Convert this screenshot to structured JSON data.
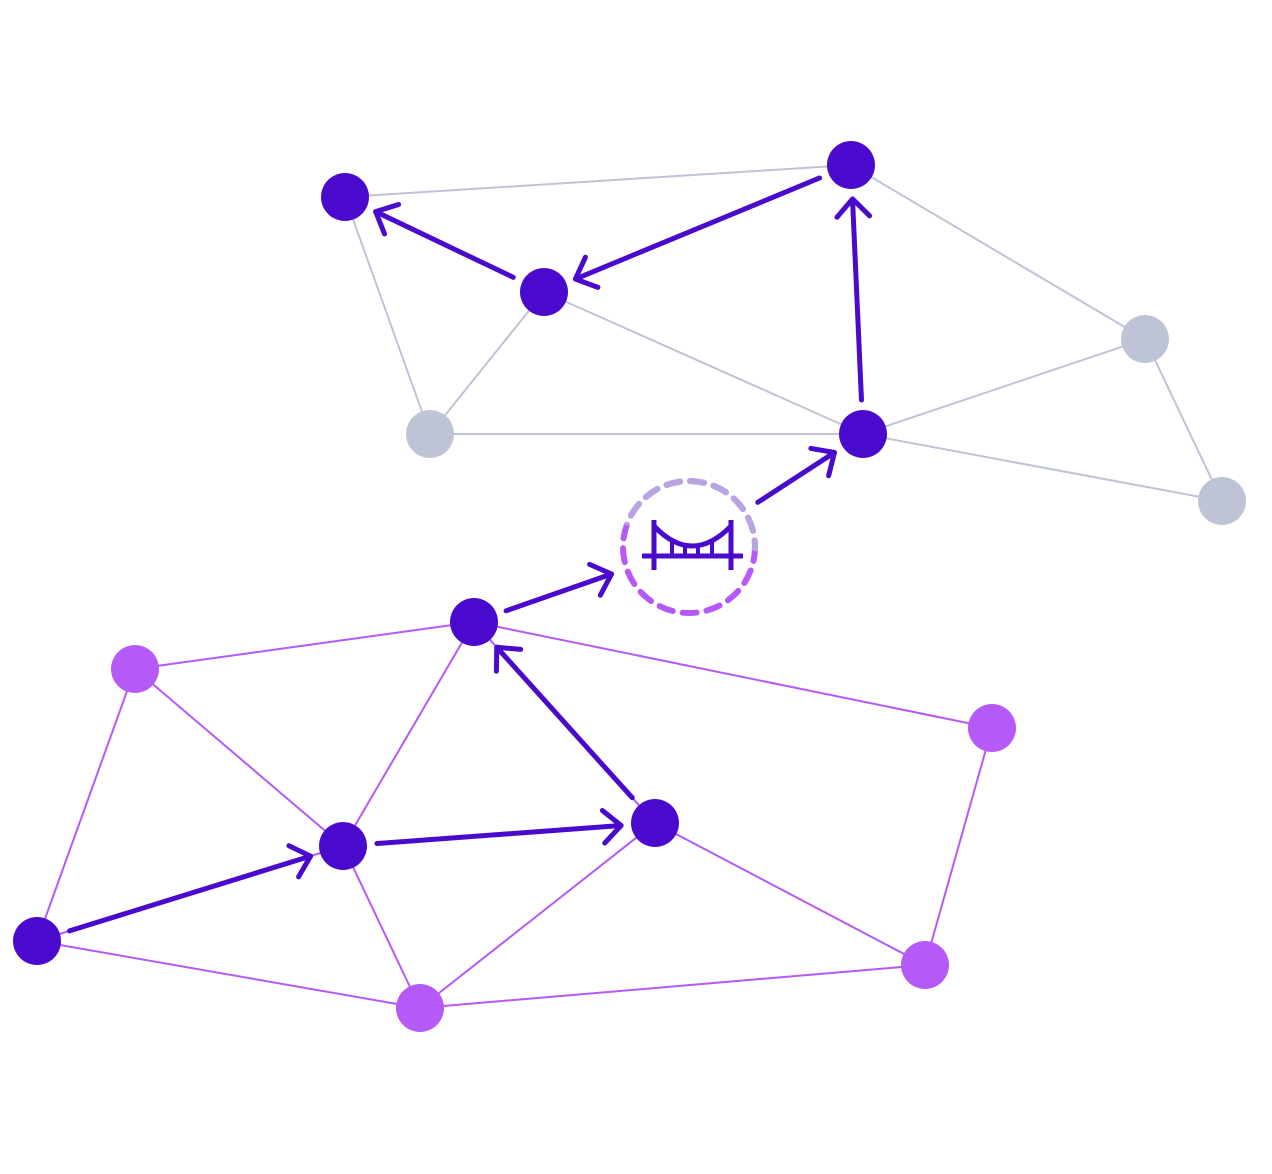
{
  "colors": {
    "background": "#ffffff",
    "active_node": "#4a0acd",
    "path_arrow": "#4a0acd",
    "upper_inactive_node": "#bec4d6",
    "upper_edge": "#bec4d6",
    "lower_inactive_node": "#b55af8",
    "lower_edge": "#b55af8",
    "bridge_ring_lower": "#b55af8",
    "bridge_ring_upper": "#b8a4e0",
    "bridge_icon": "#4a0acd"
  },
  "networks": [
    {
      "id": "upper-network",
      "nodes": [
        {
          "id": "u1",
          "active": true
        },
        {
          "id": "u2",
          "active": true
        },
        {
          "id": "u3",
          "active": true
        },
        {
          "id": "u4",
          "active": false
        },
        {
          "id": "u5",
          "active": true
        },
        {
          "id": "u6",
          "active": false
        },
        {
          "id": "u7",
          "active": false
        }
      ],
      "edges": [
        [
          "u1",
          "u2"
        ],
        [
          "u1",
          "u4"
        ],
        [
          "u3",
          "u4"
        ],
        [
          "u3",
          "u5"
        ],
        [
          "u4",
          "u5"
        ],
        [
          "u2",
          "u6"
        ],
        [
          "u5",
          "u6"
        ],
        [
          "u5",
          "u7"
        ],
        [
          "u6",
          "u7"
        ]
      ]
    },
    {
      "id": "lower-network",
      "nodes": [
        {
          "id": "l1",
          "active": false
        },
        {
          "id": "l2",
          "active": true
        },
        {
          "id": "l3",
          "active": false
        },
        {
          "id": "l4",
          "active": true
        },
        {
          "id": "l5",
          "active": true
        },
        {
          "id": "l6",
          "active": true
        },
        {
          "id": "l7",
          "active": false
        },
        {
          "id": "l8",
          "active": false
        }
      ],
      "edges": [
        [
          "l1",
          "l2"
        ],
        [
          "l1",
          "l4"
        ],
        [
          "l1",
          "l5"
        ],
        [
          "l2",
          "l3"
        ],
        [
          "l5",
          "l8"
        ],
        [
          "l4",
          "l5"
        ],
        [
          "l4",
          "l8"
        ],
        [
          "l2",
          "l4"
        ],
        [
          "l3",
          "l7"
        ],
        [
          "l6",
          "l7"
        ],
        [
          "l6",
          "l8"
        ],
        [
          "l8",
          "l7"
        ],
        [
          "l2",
          "l6"
        ]
      ]
    }
  ],
  "bridge": {
    "icon": "bridge-icon"
  },
  "path": [
    [
      "l5",
      "l4"
    ],
    [
      "l4",
      "l6"
    ],
    [
      "l6",
      "l2"
    ],
    [
      "l2",
      "bridge"
    ],
    [
      "bridge",
      "u5"
    ],
    [
      "u5",
      "u2"
    ],
    [
      "u2",
      "u3"
    ],
    [
      "u3",
      "u1"
    ]
  ]
}
